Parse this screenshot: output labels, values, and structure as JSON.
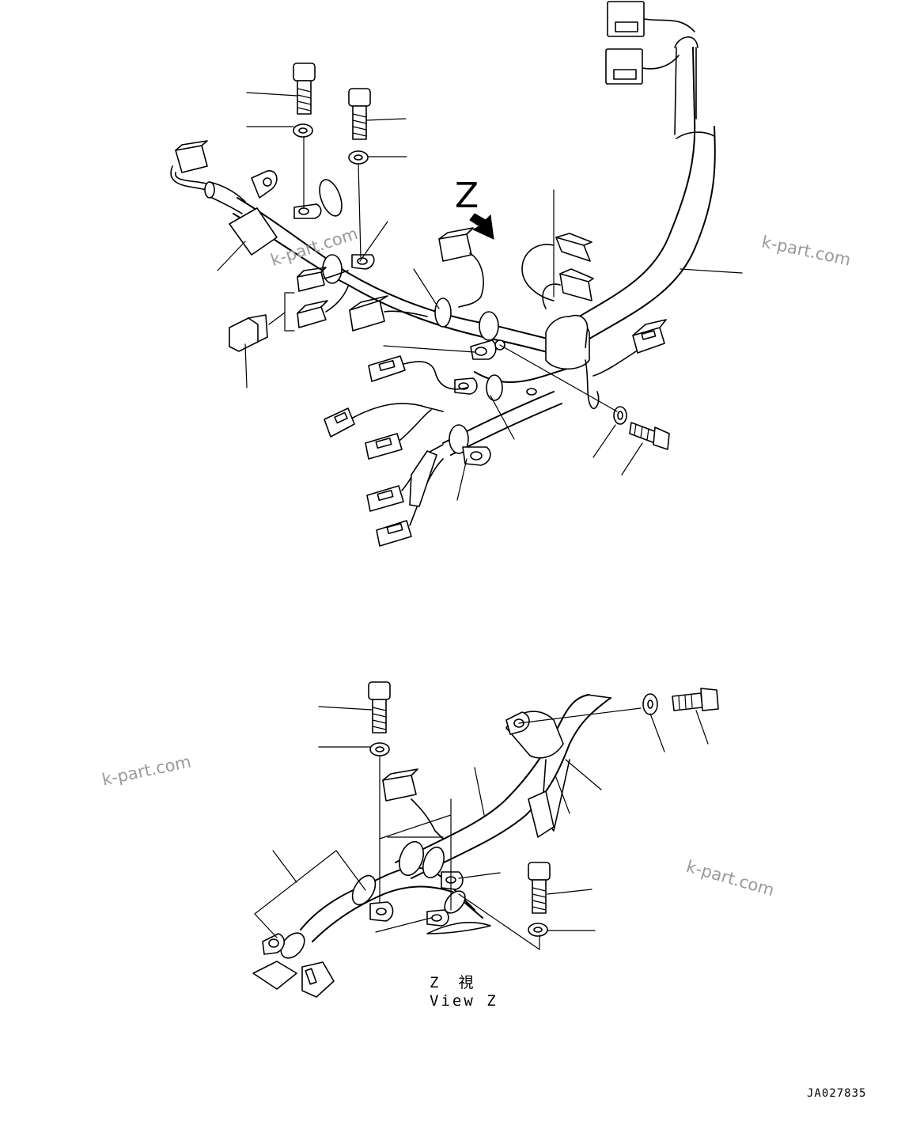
{
  "drawing": {
    "view_marker": "Z",
    "caption_jp": "Z　視",
    "caption_en": "View Z",
    "drawing_code": "JA027835"
  },
  "watermarks": [
    "k-part.com",
    "k-part.com",
    "k-part.com",
    "k-part.com"
  ],
  "icons": [
    "hex-bolt-icon",
    "washer-icon",
    "connector-icon",
    "clamp-icon",
    "view-arrow-icon"
  ]
}
